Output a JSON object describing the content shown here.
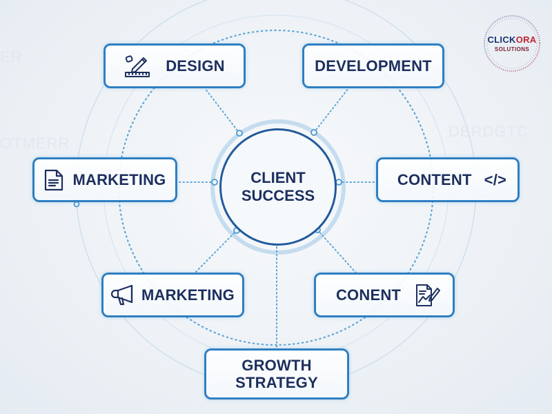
{
  "diagram": {
    "title": "CLIENT SUCCESS",
    "center": {
      "line1": "CLIENT",
      "line2": "SUCCESS"
    },
    "nodes": [
      {
        "id": "design",
        "label": "DESIGN",
        "icon": "pencil-ruler-icon",
        "position": "top-left"
      },
      {
        "id": "development",
        "label": "DEVELOPMENT",
        "icon": "",
        "position": "top-right"
      },
      {
        "id": "marketing-left",
        "label": "MARKETING",
        "icon": "document-icon",
        "position": "middle-left"
      },
      {
        "id": "content-right",
        "label": "CONTENT",
        "icon": "code-icon",
        "icon_text": "</>",
        "position": "middle-right"
      },
      {
        "id": "marketing-bottom",
        "label": "MARKETING",
        "icon": "megaphone-icon",
        "position": "bottom-left"
      },
      {
        "id": "conent",
        "label": "CONENT",
        "icon": "document-edit-chart-icon",
        "position": "bottom-right"
      },
      {
        "id": "growth-strategy",
        "label": "GROWTH STRATEGY",
        "line1": "GROWTH",
        "line2": "STRATEGY",
        "icon": "",
        "position": "bottom"
      }
    ],
    "edges": [
      [
        "center",
        "design"
      ],
      [
        "center",
        "development"
      ],
      [
        "center",
        "marketing-left"
      ],
      [
        "center",
        "content-right"
      ],
      [
        "center",
        "marketing-bottom"
      ],
      [
        "center",
        "conent"
      ],
      [
        "center",
        "growth-strategy"
      ]
    ]
  },
  "logo": {
    "brand_part1": "CLICK",
    "brand_part2": "ORA",
    "subtitle": "SOLUTIONS"
  },
  "background": {
    "watermarks": [
      "ER",
      "OTMERR",
      "DERDGTC"
    ]
  },
  "colors": {
    "node_border": "#2f7fc1",
    "text_navy": "#1c2f5e",
    "hub_border": "#225a9c",
    "connector": "#5fa5d8",
    "logo_red": "#c0222e",
    "logo_navy": "#1d3470",
    "background": "#eef2f6"
  }
}
